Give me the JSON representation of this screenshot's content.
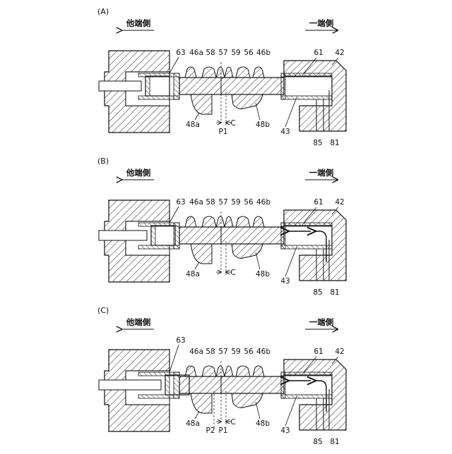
{
  "panels": [
    {
      "id": "A",
      "label": "(A)",
      "other_end": "他端側",
      "one_end": "一端側",
      "flow_arrows": 0,
      "labels": {
        "63": "63",
        "46a": "46a",
        "58": "58",
        "57": "57",
        "59": "59",
        "56": "56",
        "46b": "46b",
        "61": "61",
        "42": "42",
        "48a": "48a",
        "48b": "48b",
        "43": "43",
        "85": "85",
        "81": "81",
        "C": "C",
        "P1": "P1"
      }
    },
    {
      "id": "B",
      "label": "(B)",
      "other_end": "他端側",
      "one_end": "一端側",
      "flow_arrows": 2,
      "labels": {
        "63": "63",
        "46a": "46a",
        "58": "58",
        "57": "57",
        "59": "59",
        "56": "56",
        "46b": "46b",
        "61": "61",
        "42": "42",
        "48a": "48a",
        "48b": "48b",
        "43": "43",
        "85": "85",
        "81": "81",
        "C": "C"
      }
    },
    {
      "id": "C",
      "label": "(C)",
      "other_end": "他端側",
      "one_end": "一端側",
      "flow_arrows": 2,
      "labels": {
        "63": "63",
        "46a": "46a",
        "58": "58",
        "57": "57",
        "59": "59",
        "56": "56",
        "46b": "46b",
        "61": "61",
        "42": "42",
        "48a": "48a",
        "48b": "48b",
        "43": "43",
        "85": "85",
        "81": "81",
        "C": "C",
        "P1": "P1",
        "P2": "P2"
      }
    }
  ]
}
